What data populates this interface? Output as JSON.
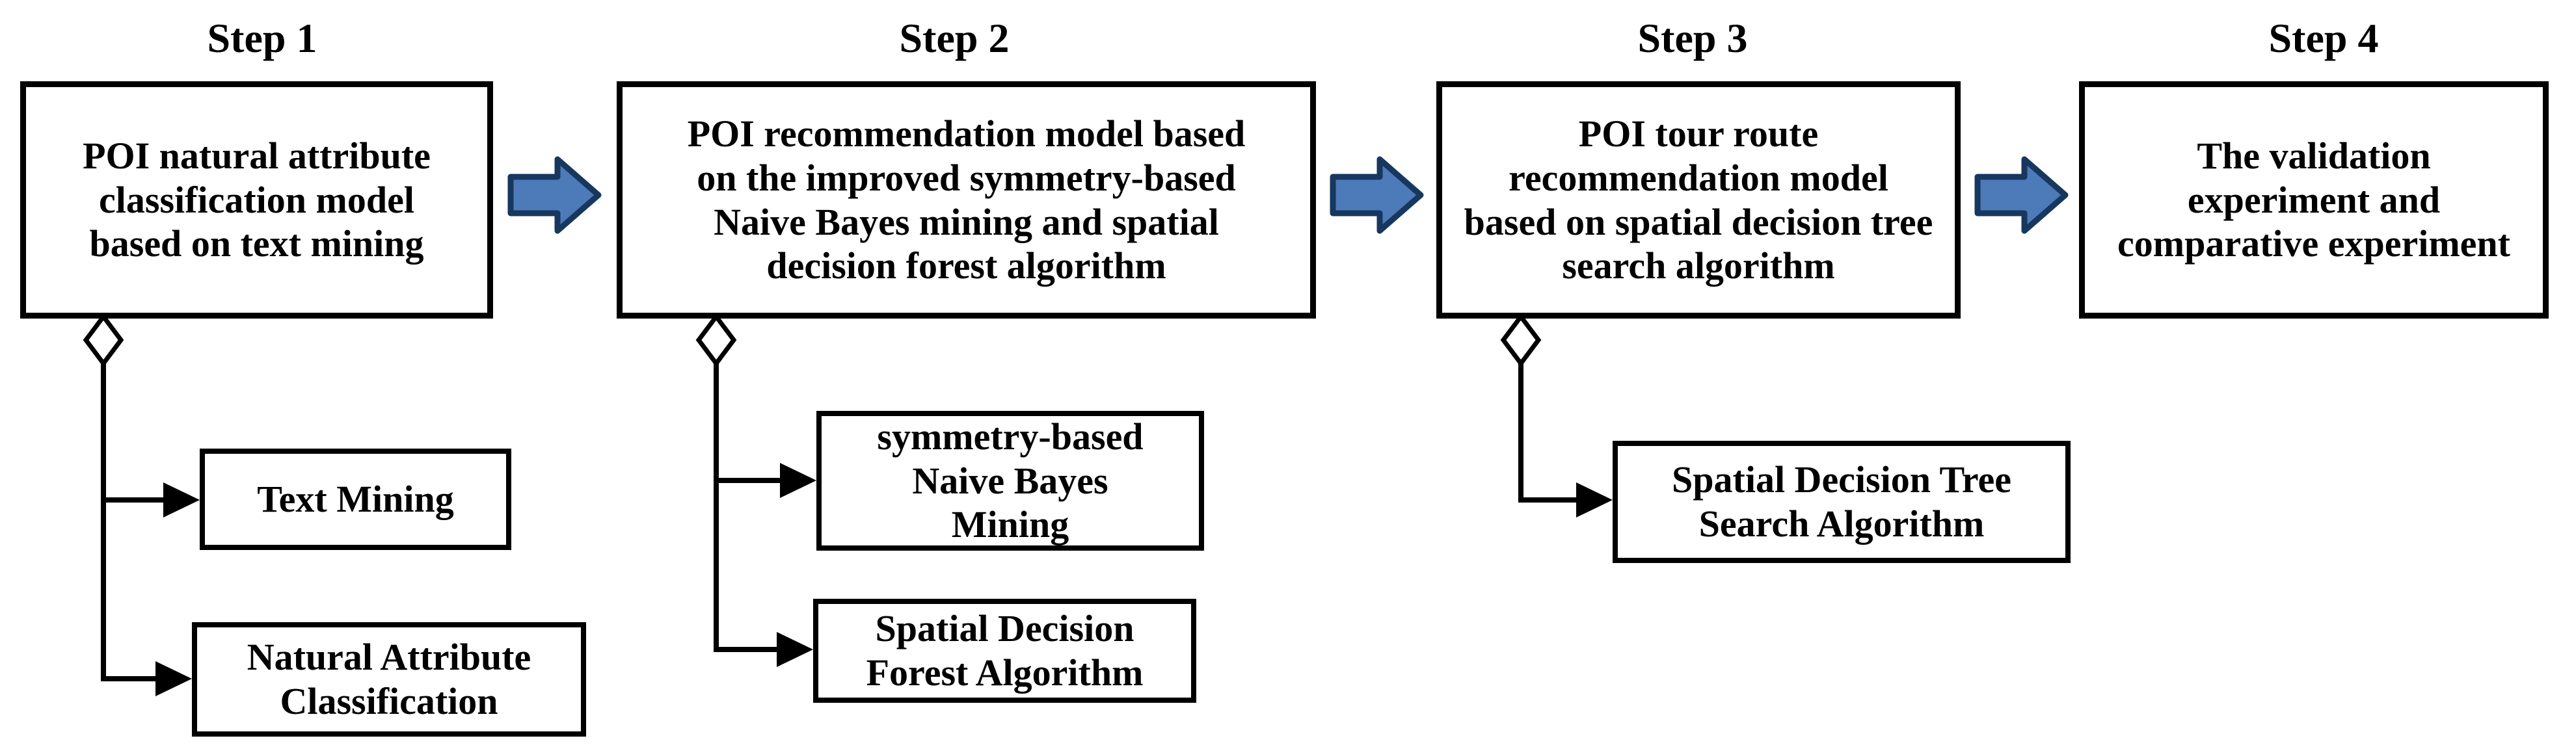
{
  "steps": [
    {
      "title": "Step 1",
      "box_text": "POI natural attribute classification model based on text mining",
      "sub_boxes": [
        "Text Mining",
        "Natural Attribute Classification"
      ]
    },
    {
      "title": "Step 2",
      "box_text": "POI recommendation model based on the improved symmetry-based Naive Bayes mining and spatial decision forest algorithm",
      "sub_boxes": [
        "symmetry-based Naive Bayes Mining",
        "Spatial Decision Forest Algorithm"
      ]
    },
    {
      "title": "Step 3",
      "box_text": "POI tour route recommendation model based on spatial decision tree search algorithm",
      "sub_boxes": [
        "Spatial Decision Tree Search Algorithm"
      ]
    },
    {
      "title": "Step 4",
      "box_text": "The validation experiment and comparative experiment",
      "sub_boxes": []
    }
  ],
  "icons": {
    "flow_arrow": "right-block-arrow-icon",
    "aggregation_connector": "hollow-diamond-icon",
    "branch_connector": "solid-right-arrowhead-icon"
  },
  "colors": {
    "background": "#ffffff",
    "box_border": "#000000",
    "text": "#000000",
    "connector": "#000000",
    "flow_arrow_fill": "#4d7ab8",
    "flow_arrow_border": "#17375e"
  }
}
